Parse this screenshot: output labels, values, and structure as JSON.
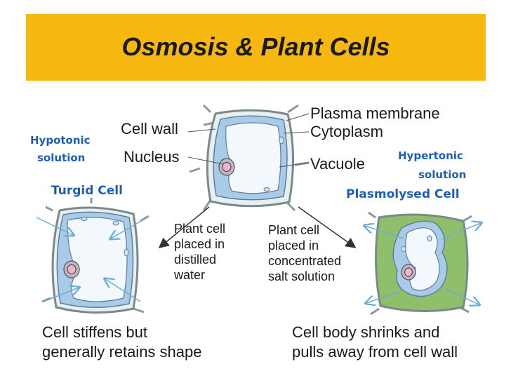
{
  "title": "Osmosis & Plant Cells",
  "labels": {
    "cell_wall": "Cell wall",
    "nucleus": "Nucleus",
    "plasma_membrane": "Plasma membrane",
    "cytoplasm": "Cytoplasm",
    "vacuole": "Vacuole",
    "left_caption": [
      "Plant cell",
      "placed in",
      "distilled",
      "water"
    ],
    "right_caption": [
      "Plant cell",
      "placed in",
      "concentrated",
      "salt solution"
    ],
    "left_result": [
      "Cell stiffens but",
      "generally retains shape"
    ],
    "right_result": [
      "Cell body shrinks and",
      "pulls away from cell wall"
    ]
  },
  "annotations": {
    "hypotonic": [
      "Hypotonic",
      "solution"
    ],
    "hypertonic": [
      "Hypertonic",
      "solution"
    ],
    "turgid": "Turgid Cell",
    "plasmolysed": "Plasmolysed Cell"
  },
  "colors": {
    "title_bar": "#f6b80f",
    "annotation_blue": "#1e5fb3",
    "cytoplasm_blue": "#a9cbe8",
    "cytoplasm_green": "#8fbf6a",
    "wall": "#7a8a8a",
    "arrow_teal": "#6aaed6"
  }
}
